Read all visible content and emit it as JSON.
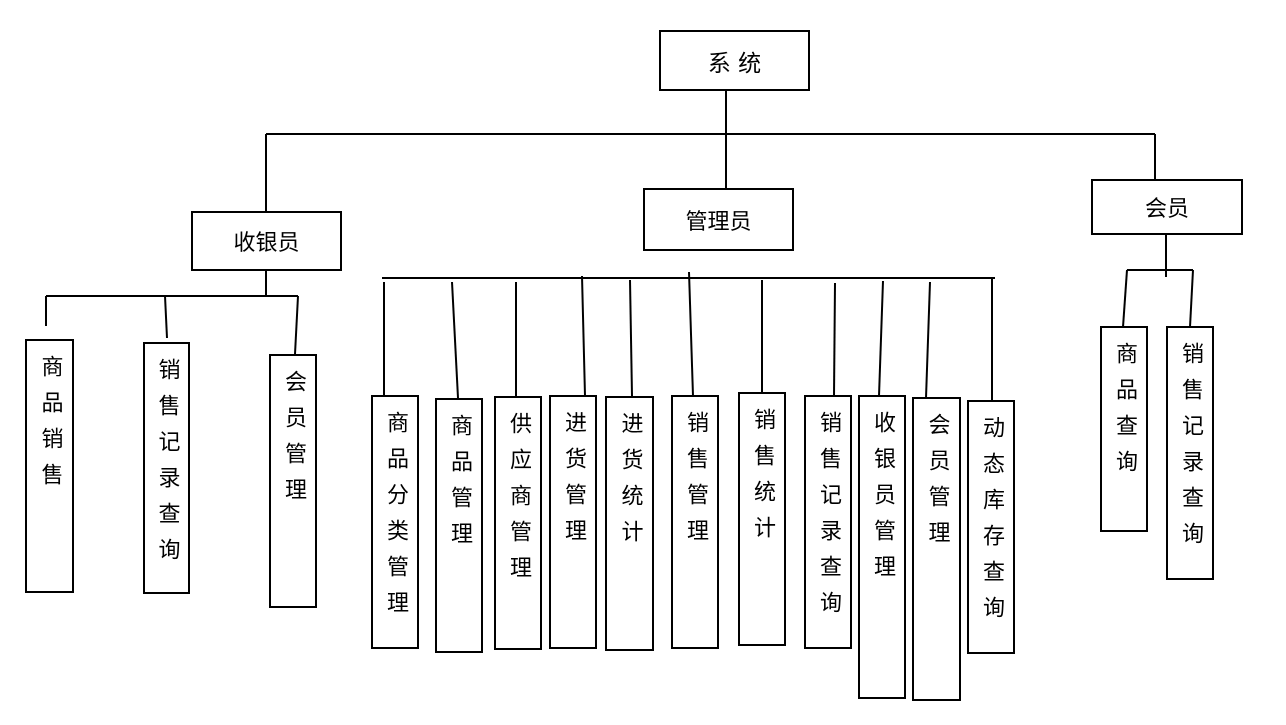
{
  "root": {
    "label": "系 统"
  },
  "groups": [
    {
      "key": "cashier",
      "label": "收银员",
      "children": [
        "商品销售",
        "销售记录查询",
        "会员管理"
      ]
    },
    {
      "key": "admin",
      "label": "管理员",
      "children": [
        "商品分类管理",
        "商品管理",
        "供应商管理",
        "进货管理",
        "进货统计",
        "销售管理",
        "销售统计",
        "销售记录查询",
        "收银员管理",
        "会员管理",
        "动态库存查询"
      ]
    },
    {
      "key": "member",
      "label": "会员",
      "children": [
        "商品查询",
        "销售记录查询"
      ]
    }
  ],
  "colors": {
    "line": "#000000",
    "box_border": "#000000",
    "background": "#ffffff"
  }
}
